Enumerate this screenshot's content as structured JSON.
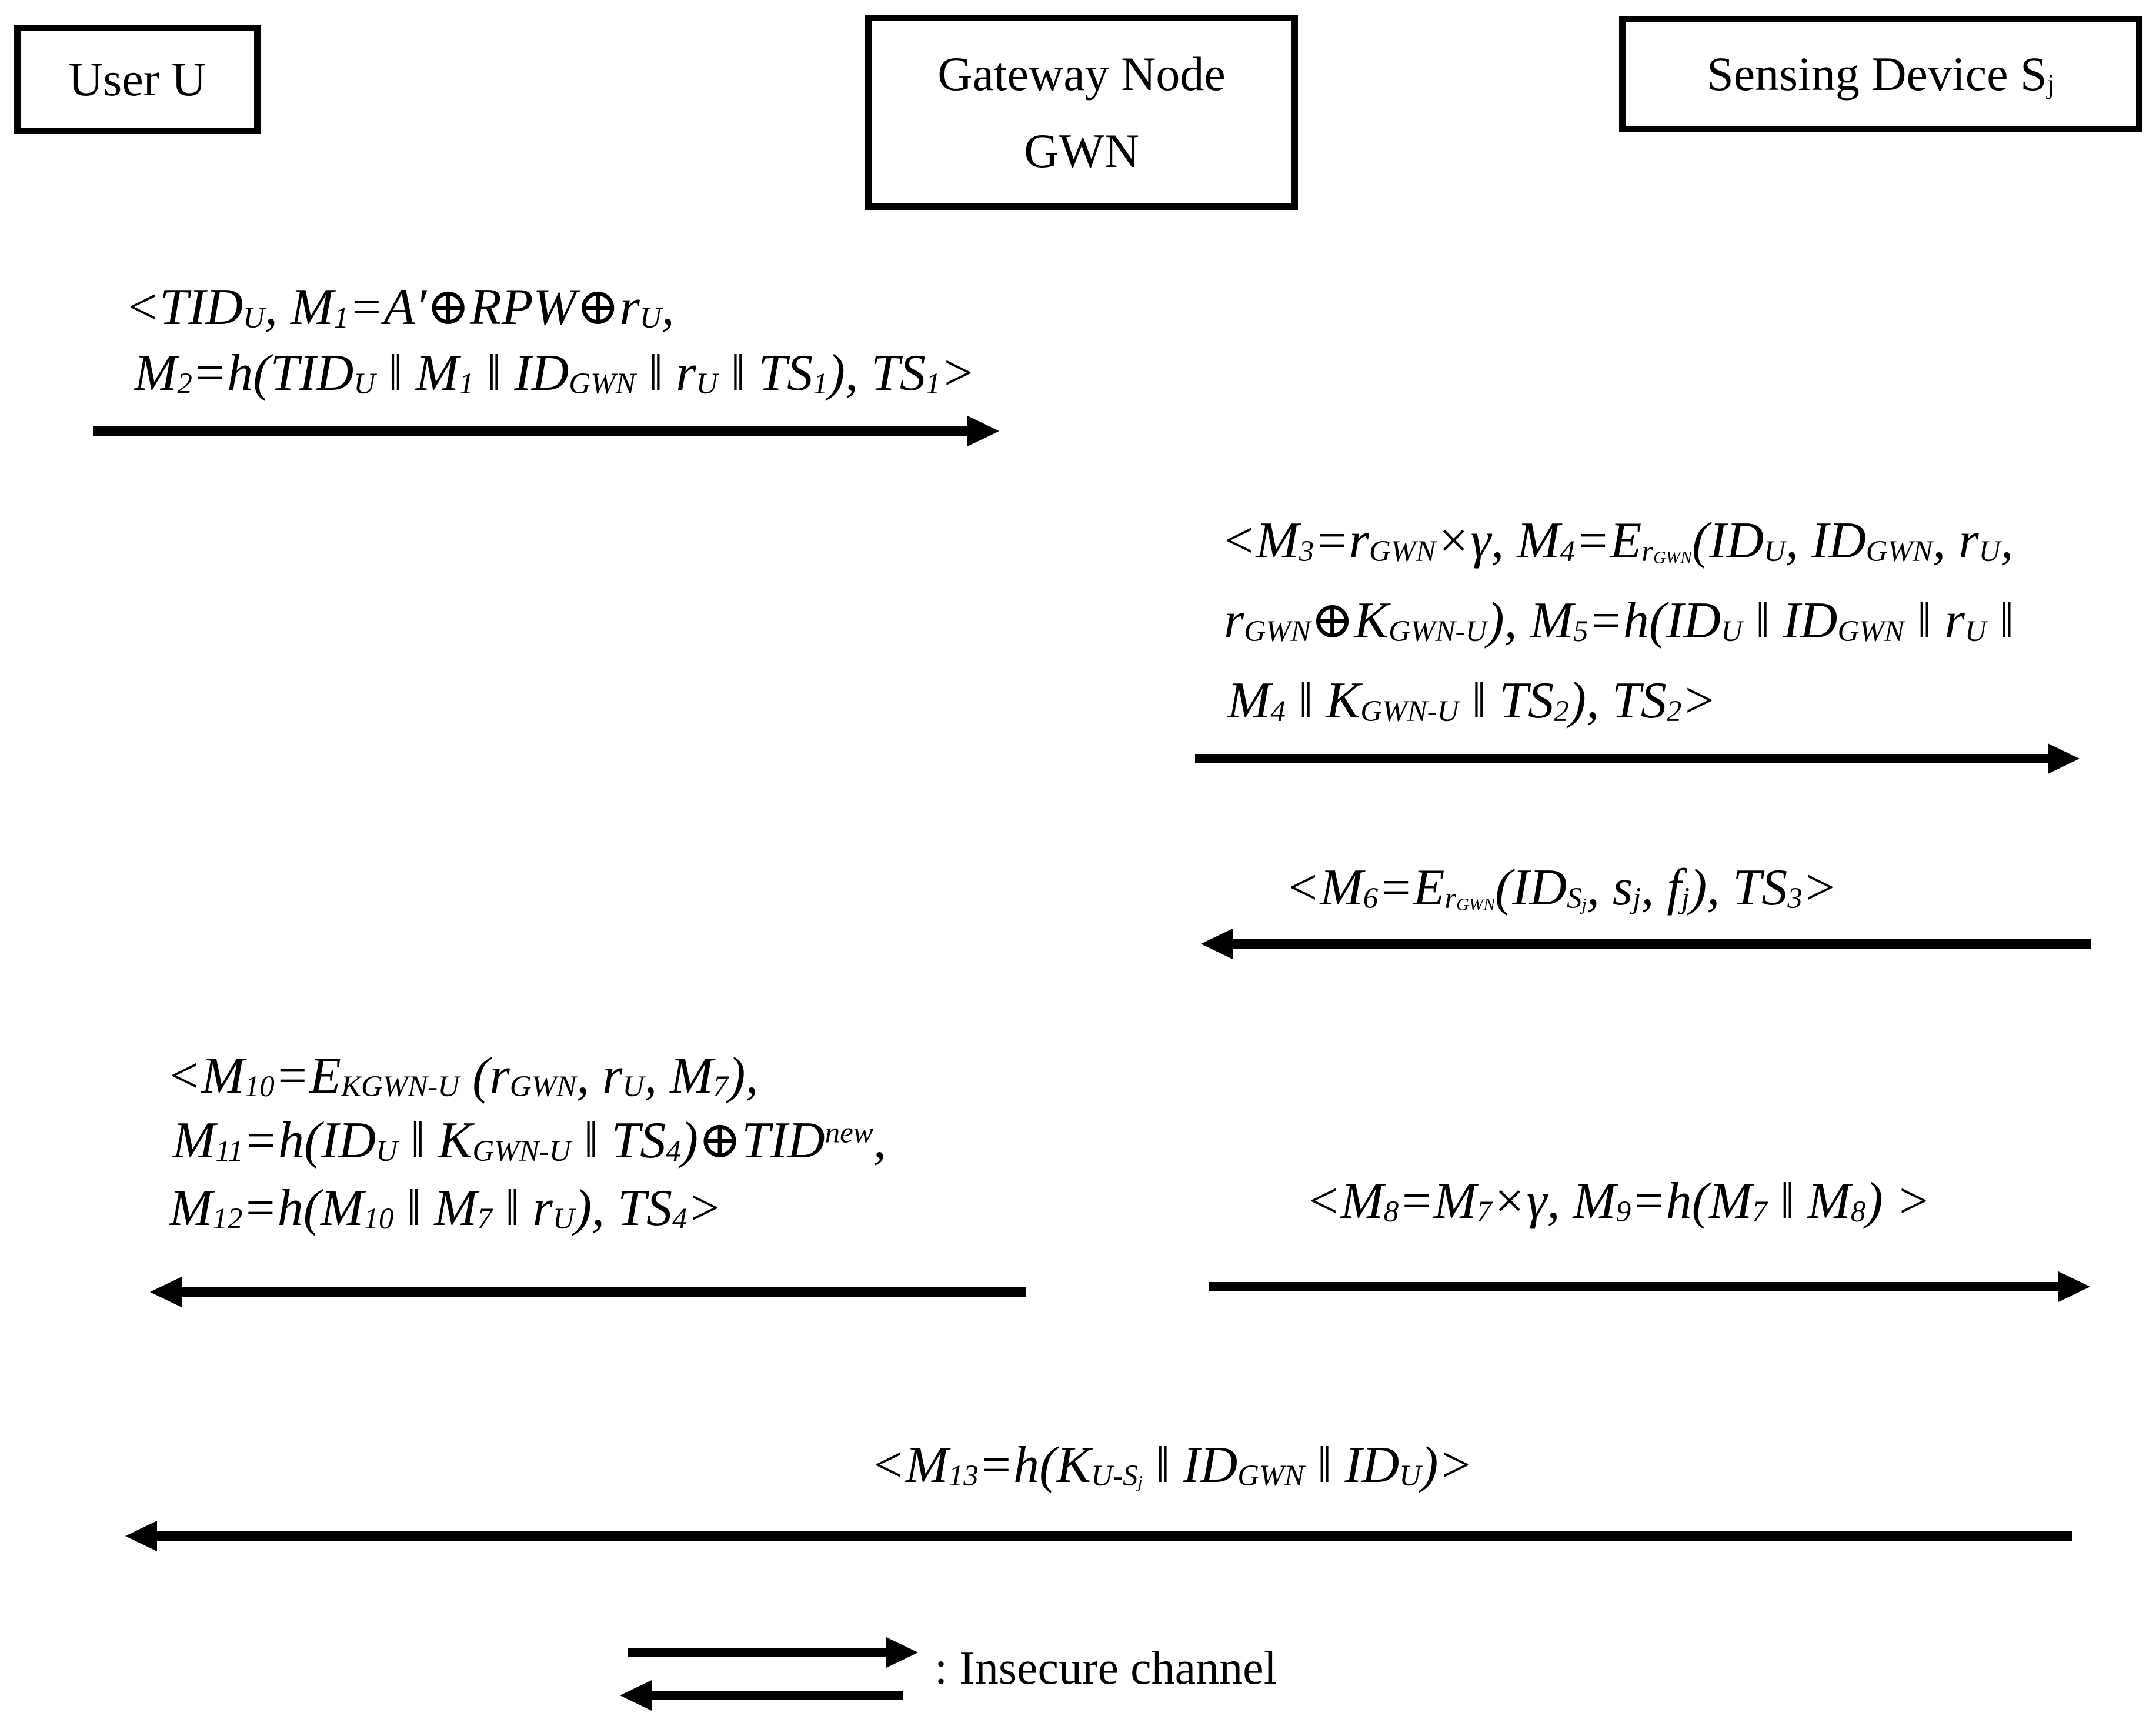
{
  "colors": {
    "background": "#ffffff",
    "foreground": "#000000"
  },
  "actors": [
    {
      "id": "user",
      "label": "User U"
    },
    {
      "id": "gwn",
      "label_lines": [
        "Gateway Node",
        "GWN"
      ]
    },
    {
      "id": "sensor",
      "label": "Sensing Device S_{j}"
    }
  ],
  "messages": [
    {
      "id": "m1",
      "from": "user",
      "to": "gwn",
      "direction": "right",
      "lines": [
        "<TID_{U}, M_{1}=A′⊕RPW⊕r_{U},",
        "M_{2}=h(TID_{U} ‖ M_{1} ‖ ID_{GWN} ‖ r_{U} ‖ TS_{1}), TS_{1}>"
      ]
    },
    {
      "id": "m2",
      "from": "gwn",
      "to": "sensor",
      "direction": "right",
      "lines": [
        "<M_{3}=r_{GWN}×γ, M_{4}=E_{r_{GWN}}(ID_{U}, ID_{GWN}, r_{U},",
        "r_{GWN}⊕K_{GWN-U}), M_{5}=h(ID_{U} ‖ ID_{GWN} ‖ r_{U} ‖",
        "M_{4} ‖ K_{GWN-U} ‖ TS_{2}), TS_{2}>"
      ]
    },
    {
      "id": "m3",
      "from": "sensor",
      "to": "gwn",
      "direction": "left",
      "lines": [
        "<M_{6}=E_{r_{GWN}}(ID_{S_{j}}, s_{j}, f_{j}), TS_{3}>"
      ]
    },
    {
      "id": "m4",
      "from": "gwn",
      "to": "user",
      "direction": "left",
      "lines": [
        "<M_{10}=E_{KGWN-U} (r_{GWN}, r_{U}, M_{7}),",
        "M_{11}=h(ID_{U} ‖ K_{GWN-U} ‖ TS_{4})⊕TID^{new},",
        "M_{12}=h(M_{10} ‖ M_{7} ‖ r_{U}), TS_{4}>"
      ]
    },
    {
      "id": "m5",
      "from": "gwn",
      "to": "sensor",
      "direction": "right",
      "lines": [
        "<M_{8}=M_{7}×γ, M_{9}=h(M_{7} ‖ M_{8}) >"
      ]
    },
    {
      "id": "m6",
      "from": "sensor",
      "to": "user",
      "direction": "left",
      "lines": [
        "<M_{13}=h(K_{U-S_{j}} ‖ ID_{GWN} ‖ ID_{U})>"
      ]
    }
  ],
  "legend": {
    "label": ": Insecure channel"
  }
}
